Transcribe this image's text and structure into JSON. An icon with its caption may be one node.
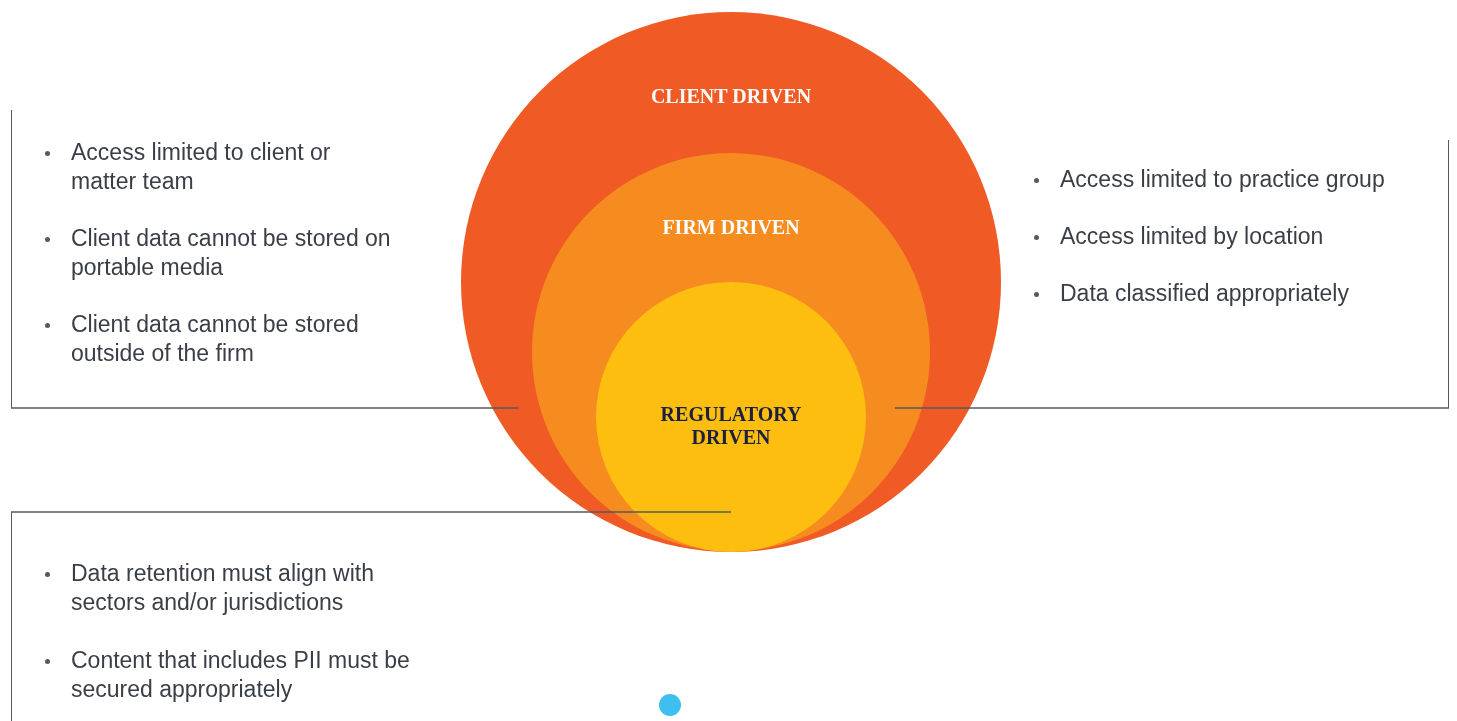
{
  "diagram": {
    "nodes": [
      {
        "text": [
          "Access limited to client or matter team",
          "Client data cannot be stored on portable media",
          "Client data cannot be stored outside of the firm"
        ]
      },
      {
        "text": [
          "CLIENT DRIVEN"
        ]
      },
      {
        "text": [
          "FIRM DRIVEN"
        ],
        "in": 1
      },
      {
        "text": [
          "REGULATORY DRIVEN"
        ],
        "in": 2
      },
      {
        "text": [
          "Access limited to practice group",
          "Access limited by location",
          "Data classified appropriately"
        ]
      },
      {
        "text": [
          "Data retention must align with sectors and/or jurisdictions",
          "Content that includes PII must be secured appropriately"
        ]
      }
    ],
    "edges": [
      {
        "from": 0,
        "to": 1,
        "arrow": "none"
      },
      {
        "from": 4,
        "to": 2,
        "arrow": "none"
      },
      {
        "from": 5,
        "to": 3,
        "arrow": "none"
      }
    ]
  }
}
